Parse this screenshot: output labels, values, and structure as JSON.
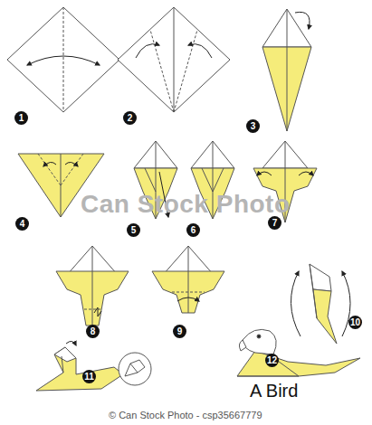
{
  "diagram": {
    "title": "A Bird",
    "labels": [
      "1",
      "2",
      "3",
      "4",
      "5",
      "6",
      "7",
      "8",
      "9",
      "10",
      "11",
      "12",
      "Can Stock Photo",
      "© Can Stock Photo - csp35667779"
    ]
  }
}
